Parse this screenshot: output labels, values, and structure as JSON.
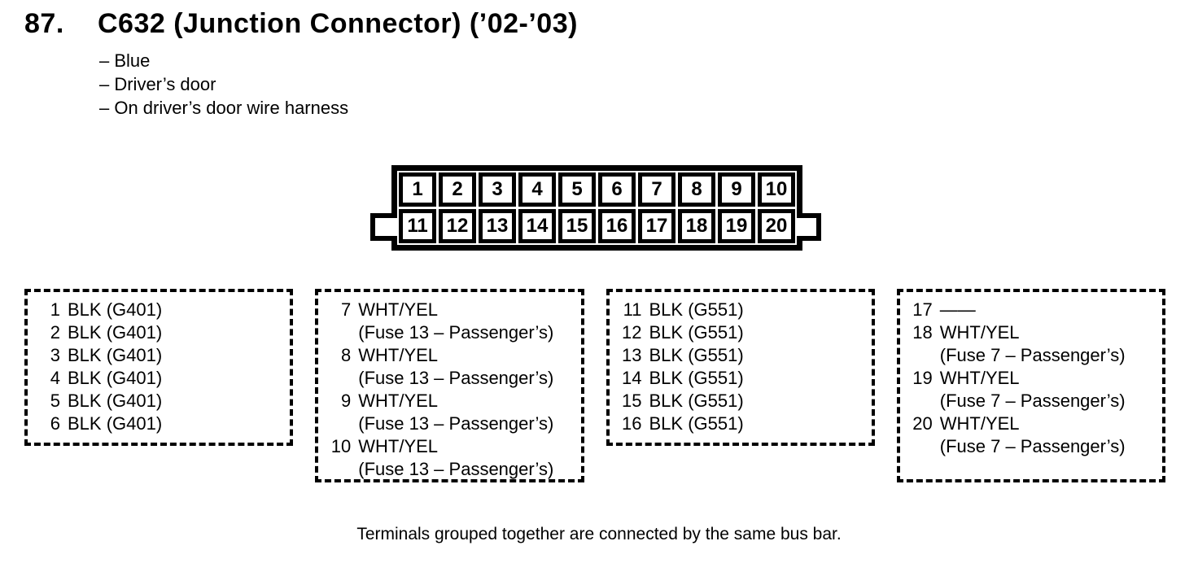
{
  "header": {
    "number": "87.",
    "title": "C632 (Junction Connector) (’02-’03)"
  },
  "notes": [
    "– Blue",
    "– Driver’s door",
    "– On driver’s door wire harness"
  ],
  "connector": {
    "pins": [
      "1",
      "2",
      "3",
      "4",
      "5",
      "6",
      "7",
      "8",
      "9",
      "10",
      "11",
      "12",
      "13",
      "14",
      "15",
      "16",
      "17",
      "18",
      "19",
      "20"
    ]
  },
  "groups": [
    {
      "entries": [
        {
          "pin": "1",
          "wire": "BLK (G401)"
        },
        {
          "pin": "2",
          "wire": "BLK (G401)"
        },
        {
          "pin": "3",
          "wire": "BLK (G401)"
        },
        {
          "pin": "4",
          "wire": "BLK (G401)"
        },
        {
          "pin": "5",
          "wire": "BLK (G401)"
        },
        {
          "pin": "6",
          "wire": "BLK (G401)"
        }
      ]
    },
    {
      "entries": [
        {
          "pin": "7",
          "wire": "WHT/YEL",
          "fuse": "(Fuse 13 – Passenger’s)"
        },
        {
          "pin": "8",
          "wire": "WHT/YEL",
          "fuse": "(Fuse 13 – Passenger’s)"
        },
        {
          "pin": "9",
          "wire": "WHT/YEL",
          "fuse": "(Fuse 13 – Passenger’s)"
        },
        {
          "pin": "10",
          "wire": "WHT/YEL",
          "fuse": "(Fuse 13 – Passenger’s)"
        }
      ]
    },
    {
      "entries": [
        {
          "pin": "11",
          "wire": "BLK (G551)"
        },
        {
          "pin": "12",
          "wire": "BLK (G551)"
        },
        {
          "pin": "13",
          "wire": "BLK (G551)"
        },
        {
          "pin": "14",
          "wire": "BLK (G551)"
        },
        {
          "pin": "15",
          "wire": "BLK (G551)"
        },
        {
          "pin": "16",
          "wire": "BLK (G551)"
        }
      ]
    },
    {
      "entries": [
        {
          "pin": "17",
          "wire": "——"
        },
        {
          "pin": "18",
          "wire": "WHT/YEL",
          "fuse": "(Fuse 7 – Passenger’s)"
        },
        {
          "pin": "19",
          "wire": "WHT/YEL",
          "fuse": "(Fuse 7 – Passenger’s)"
        },
        {
          "pin": "20",
          "wire": "WHT/YEL",
          "fuse": "(Fuse 7 – Passenger’s)"
        }
      ]
    }
  ],
  "footer": {
    "note": "Terminals grouped together are connected by the same bus bar."
  },
  "colors": {
    "ink": "#000000",
    "paper": "#ffffff"
  }
}
